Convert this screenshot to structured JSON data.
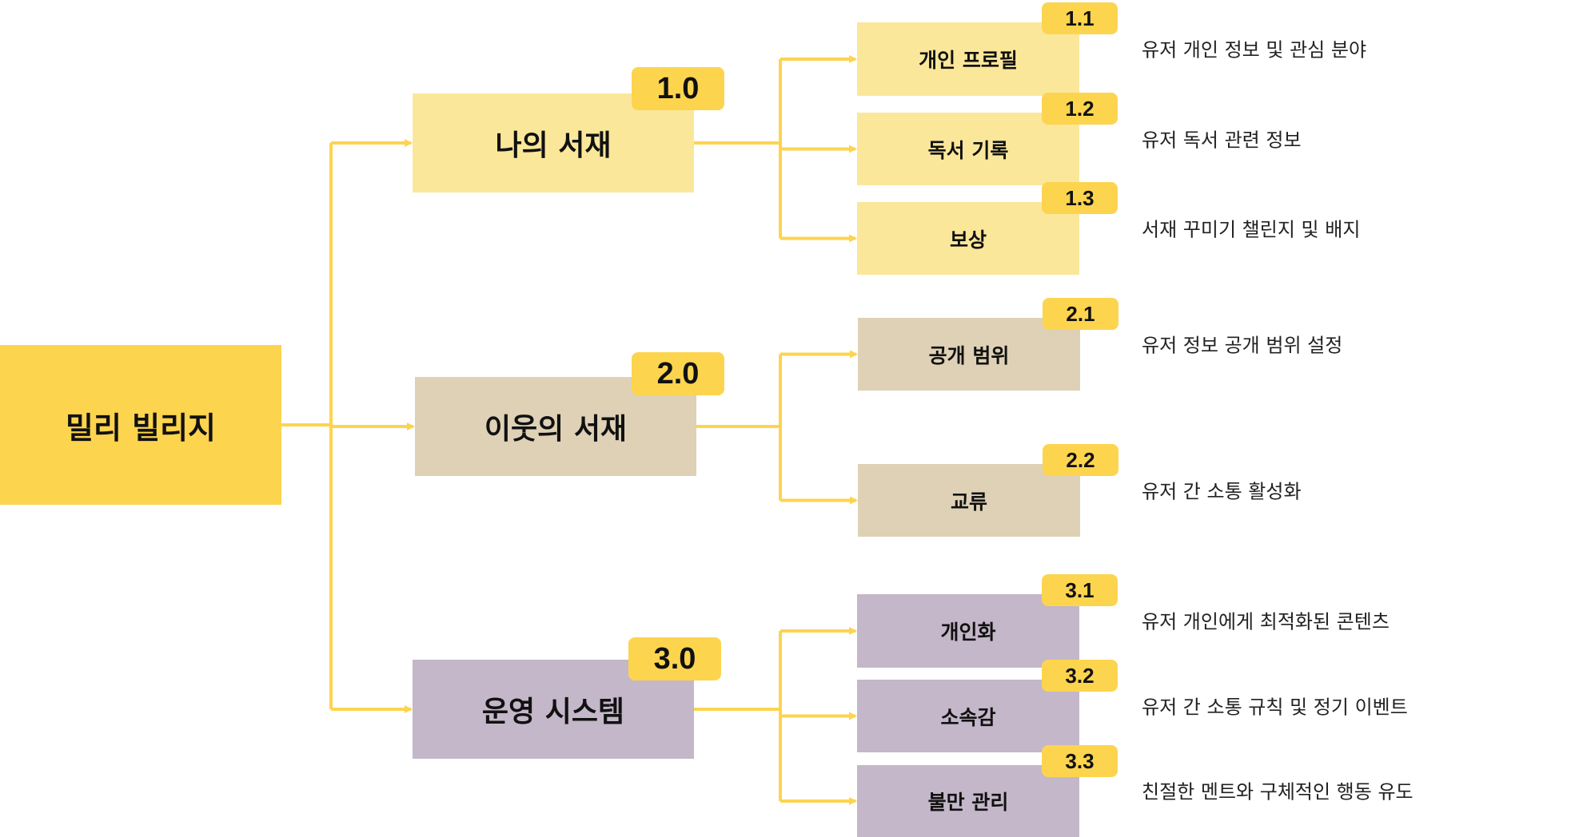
{
  "colors": {
    "root": "#fdd44e",
    "connector": "#fdd44e",
    "badge": "#fdd44e",
    "group_1": "#fbe79a",
    "group_2": "#ded1b6",
    "group_3": "#c4b7c9"
  },
  "root": {
    "label": "밀리 빌리지"
  },
  "groups": [
    {
      "id": "1.0",
      "label": "나의 서재",
      "children": [
        {
          "id": "1.1",
          "label": "개인 프로필",
          "description": "유저 개인 정보 및 관심 분야"
        },
        {
          "id": "1.2",
          "label": "독서 기록",
          "description": "유저 독서 관련 정보"
        },
        {
          "id": "1.3",
          "label": "보상",
          "description": "서재 꾸미기 챌린지 및 배지"
        }
      ]
    },
    {
      "id": "2.0",
      "label": "이웃의 서재",
      "children": [
        {
          "id": "2.1",
          "label": "공개 범위",
          "description": "유저 정보 공개 범위 설정"
        },
        {
          "id": "2.2",
          "label": "교류",
          "description": "유저 간 소통 활성화"
        }
      ]
    },
    {
      "id": "3.0",
      "label": "운영 시스템",
      "children": [
        {
          "id": "3.1",
          "label": "개인화",
          "description": "유저 개인에게 최적화된 콘텐츠"
        },
        {
          "id": "3.2",
          "label": "소속감",
          "description": "유저 간 소통 규칙 및 정기 이벤트"
        },
        {
          "id": "3.3",
          "label": "불만 관리",
          "description": "친절한 멘트와 구체적인 행동 유도"
        }
      ]
    }
  ]
}
